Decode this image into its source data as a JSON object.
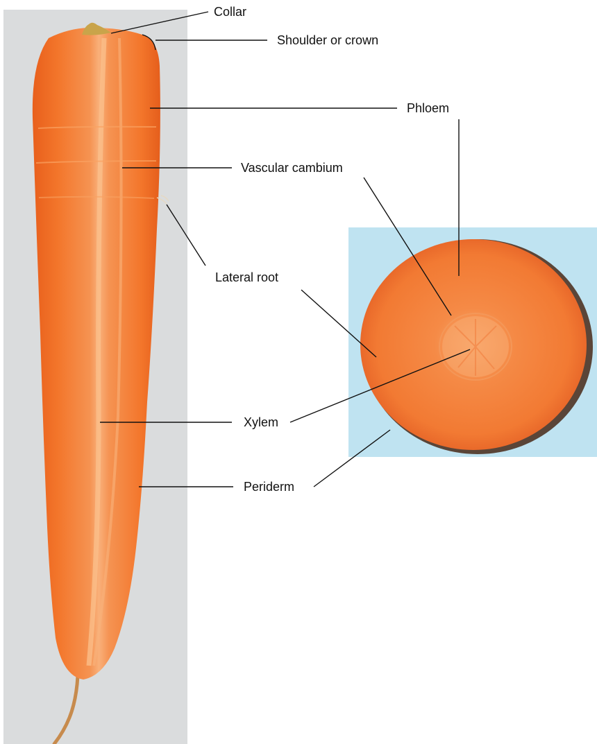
{
  "labels": {
    "collar": "Collar",
    "shoulder": "Shoulder or crown",
    "phloem": "Phloem",
    "vascular_cambium": "Vascular cambium",
    "lateral_root": "Lateral root",
    "xylem": "Xylem",
    "periderm": "Periderm"
  },
  "colors": {
    "left_backdrop": "#dadcdd",
    "right_backdrop": "#bfe3f1",
    "carrot_outer": "#f06a1f",
    "carrot_inner": "#f4843a",
    "core": "#f7a566",
    "leader_line": "#111111"
  }
}
